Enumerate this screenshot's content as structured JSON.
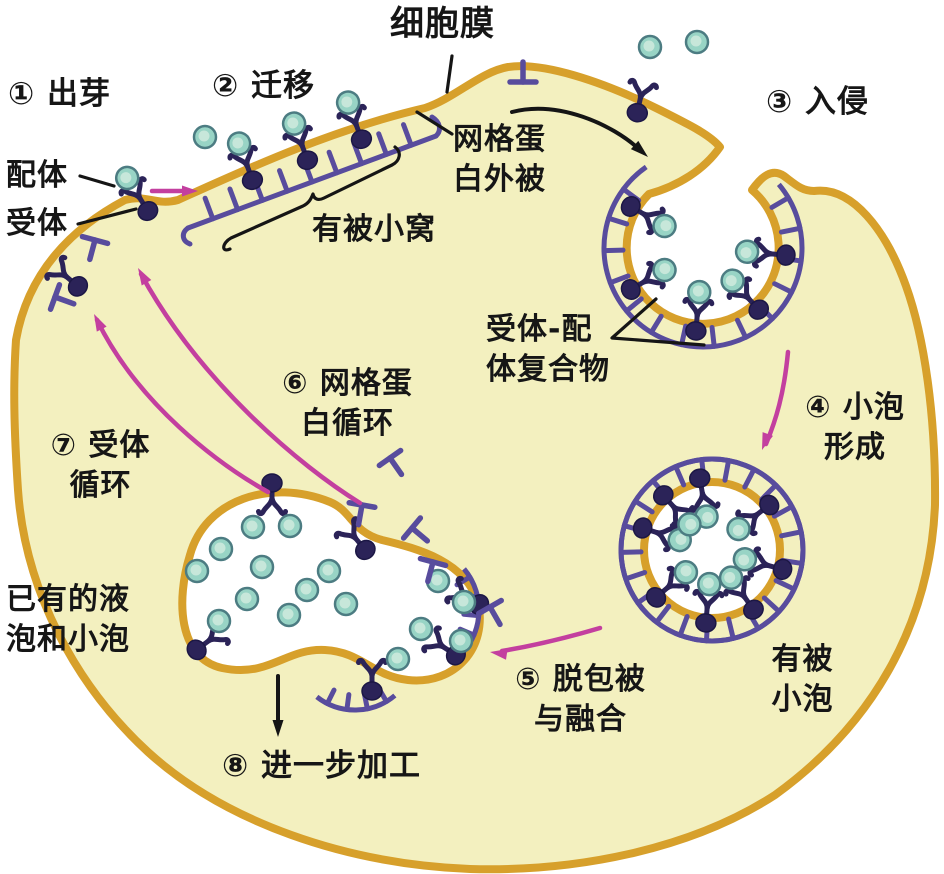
{
  "labels": {
    "cell_membrane": "细胞膜",
    "step1": "① 出芽",
    "step2": "② 迁移",
    "step3": "③ 入侵",
    "ligand": "配体",
    "receptor": "受体",
    "clathrin_coat": "网格蛋\n白外被",
    "coated_pit": "有被小窝",
    "receptor_ligand_complex": "受体-配\n体复合物",
    "step4": "④ 小泡\n形成",
    "step5": "⑤ 脱包被\n与融合",
    "step6": "⑥ 网格蛋\n白循环",
    "step7": "⑦ 受体\n循环",
    "existing_vesicles": "已有的液\n泡和小泡",
    "coated_vesicle": "有被\n小泡",
    "step8": "⑧ 进一步加工"
  },
  "colors": {
    "membrane": "#d7a02b",
    "cytoplasm": "#f3f0bf",
    "clathrin": "#584c9d",
    "receptor": "#2b2358",
    "ligand": "#98d4c5",
    "ligand_edge": "#4c7c82",
    "magenta": "#c33f9f",
    "text": "#161616",
    "background": "#ffffff"
  }
}
